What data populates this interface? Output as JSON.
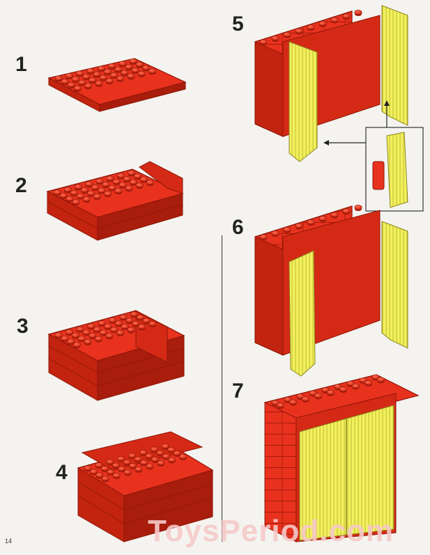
{
  "steps": {
    "s1": "1",
    "s2": "2",
    "s3": "3",
    "s4": "4",
    "s5": "5",
    "s6": "6",
    "s7": "7"
  },
  "page_number": "14",
  "watermark": "ToysPeriod.com",
  "colors": {
    "brick_red": "#e8321e",
    "brick_dark": "#b8200f",
    "stud_top": "#f04a30",
    "door_yellow": "#f2f060",
    "door_dark": "#c9c530",
    "background": "#f4f3ef"
  }
}
